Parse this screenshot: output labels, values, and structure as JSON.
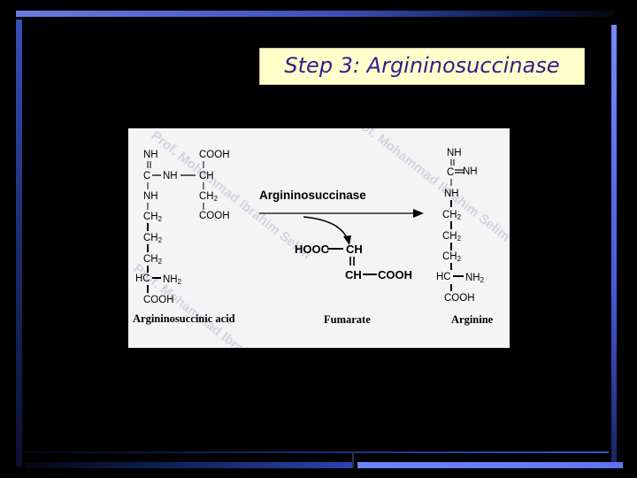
{
  "slide": {
    "title": "Step 3: Argininosuccinase"
  },
  "diagram": {
    "enzyme_label": "Argininosuccinase",
    "labels": {
      "substrate": "Argininosuccinic acid",
      "byproduct": "Fumarate",
      "product": "Arginine"
    },
    "argininosuccinate": {
      "nh_top": "NH",
      "c": "C",
      "nh_link": "NH",
      "nh": "NH",
      "ch2_a": "CH",
      "ch2_b": "CH",
      "ch2_c": "CH",
      "hc": "HC",
      "nh2": "NH",
      "cooh": "COOH",
      "asp_cooh_top": "COOH",
      "asp_ch": "CH",
      "asp_ch2": "CH",
      "asp_cooh_bottom": "COOH",
      "sub2": "2"
    },
    "fumarate": {
      "hooc": "HOOC",
      "ch_top": "CH",
      "ch_bottom": "CH",
      "cooh": "COOH"
    },
    "arginine": {
      "nh_top": "NH",
      "c": "C",
      "nh_double": "NH",
      "nh": "NH",
      "ch2_a": "CH",
      "ch2_b": "CH",
      "ch2_c": "CH",
      "hc": "HC",
      "nh2": "NH",
      "cooh": "COOH",
      "sub2": "2"
    },
    "watermark": [
      "Prof. Mohammad Ibrahim Selim",
      "Prof. Mohammad Ibrahim Selim",
      "Prof. Mohammad Ibrahim Selim"
    ],
    "colors": {
      "panel": "#f4f4f4",
      "title_bg": "#ffffcc",
      "title_text": "#3a1a8c"
    }
  }
}
